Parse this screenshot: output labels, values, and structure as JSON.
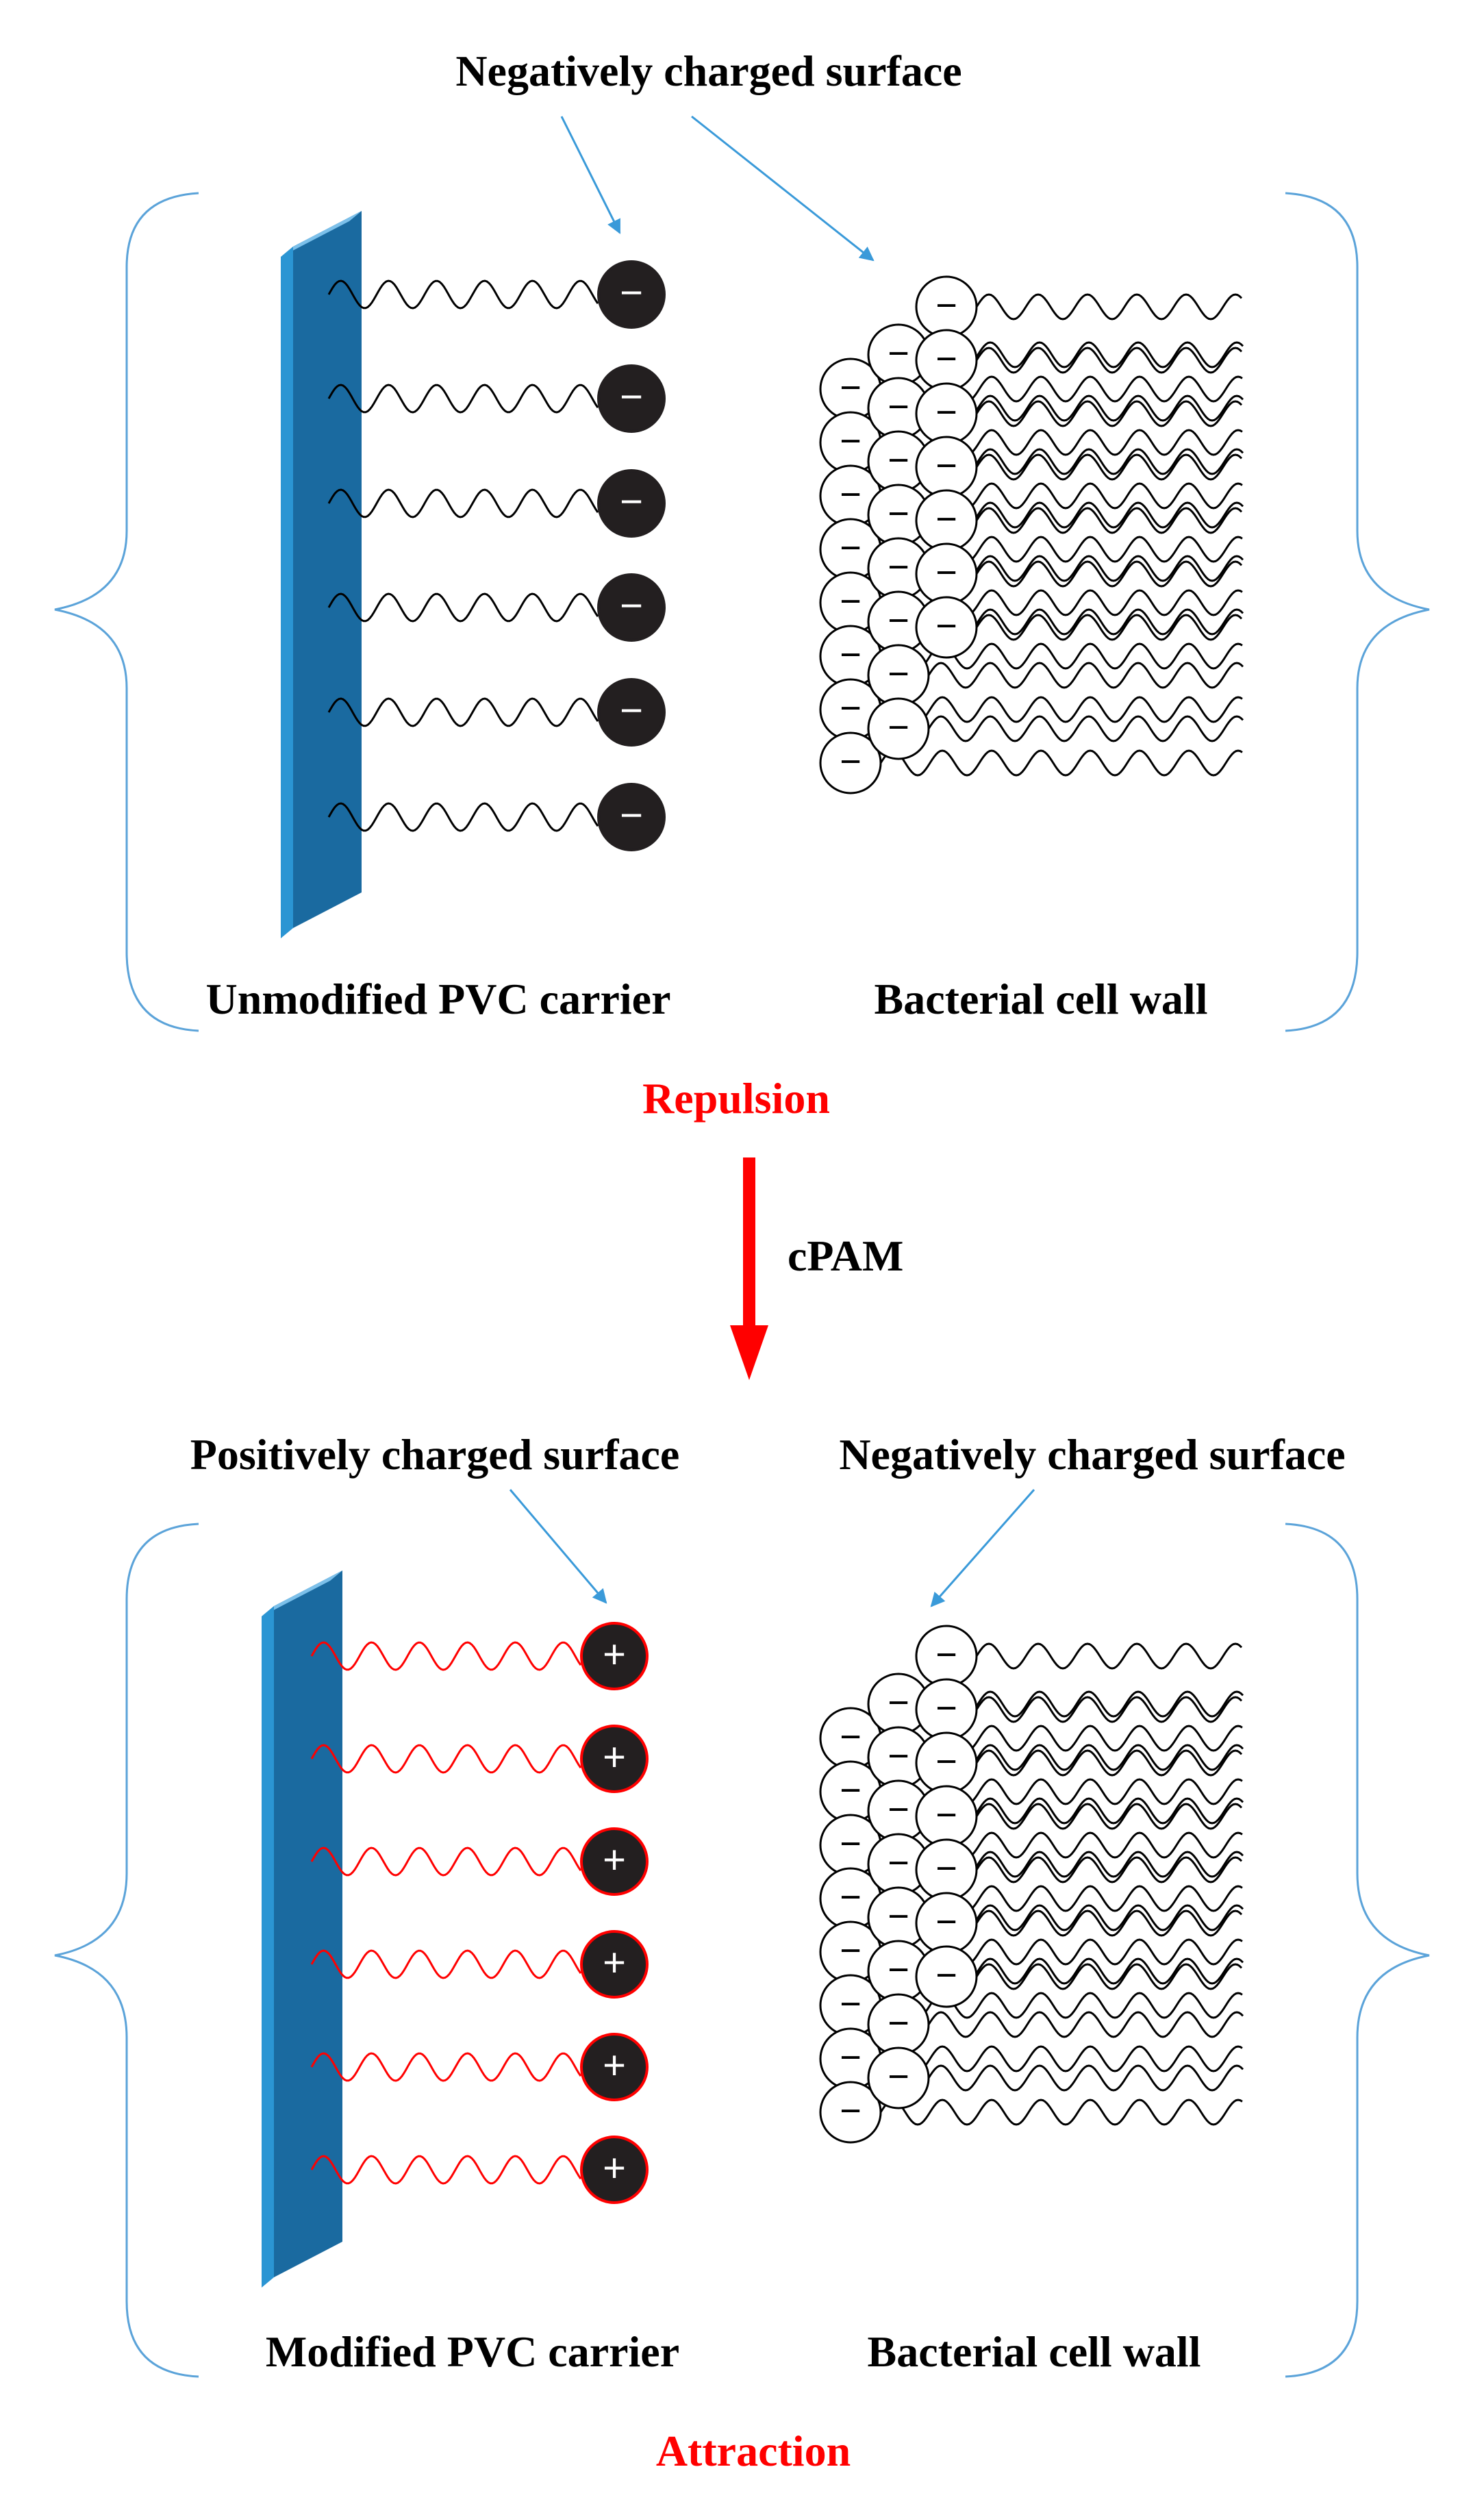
{
  "top_panel": {
    "callout": "Negatively charged surface",
    "carrier_label": "Unmodified PVC carrier",
    "cell_wall_label": "Bacterial cell wall",
    "carrier_charge_sign": "−",
    "cell_charge_sign": "−"
  },
  "transition": {
    "result_top": "Repulsion",
    "agent": "cPAM"
  },
  "bottom_panel": {
    "callout_left": "Positively charged surface",
    "callout_right": "Negatively charged surface",
    "carrier_label": "Modified PVC carrier",
    "cell_wall_label": "Bacterial cell wall",
    "carrier_charge_sign": "+",
    "cell_charge_sign": "−",
    "result": "Attraction"
  },
  "colors": {
    "carrier_face": "#2b95d3",
    "carrier_edge": "#1a6aa0",
    "bracket": "#5ba3d9",
    "arrow_callout": "#3a9ad9",
    "transition_arrow": "#ff0000",
    "result_text": "#ff0000",
    "modified_chain": "#ff0000",
    "plain_chain": "#000000",
    "ball_fill": "#231f20"
  }
}
